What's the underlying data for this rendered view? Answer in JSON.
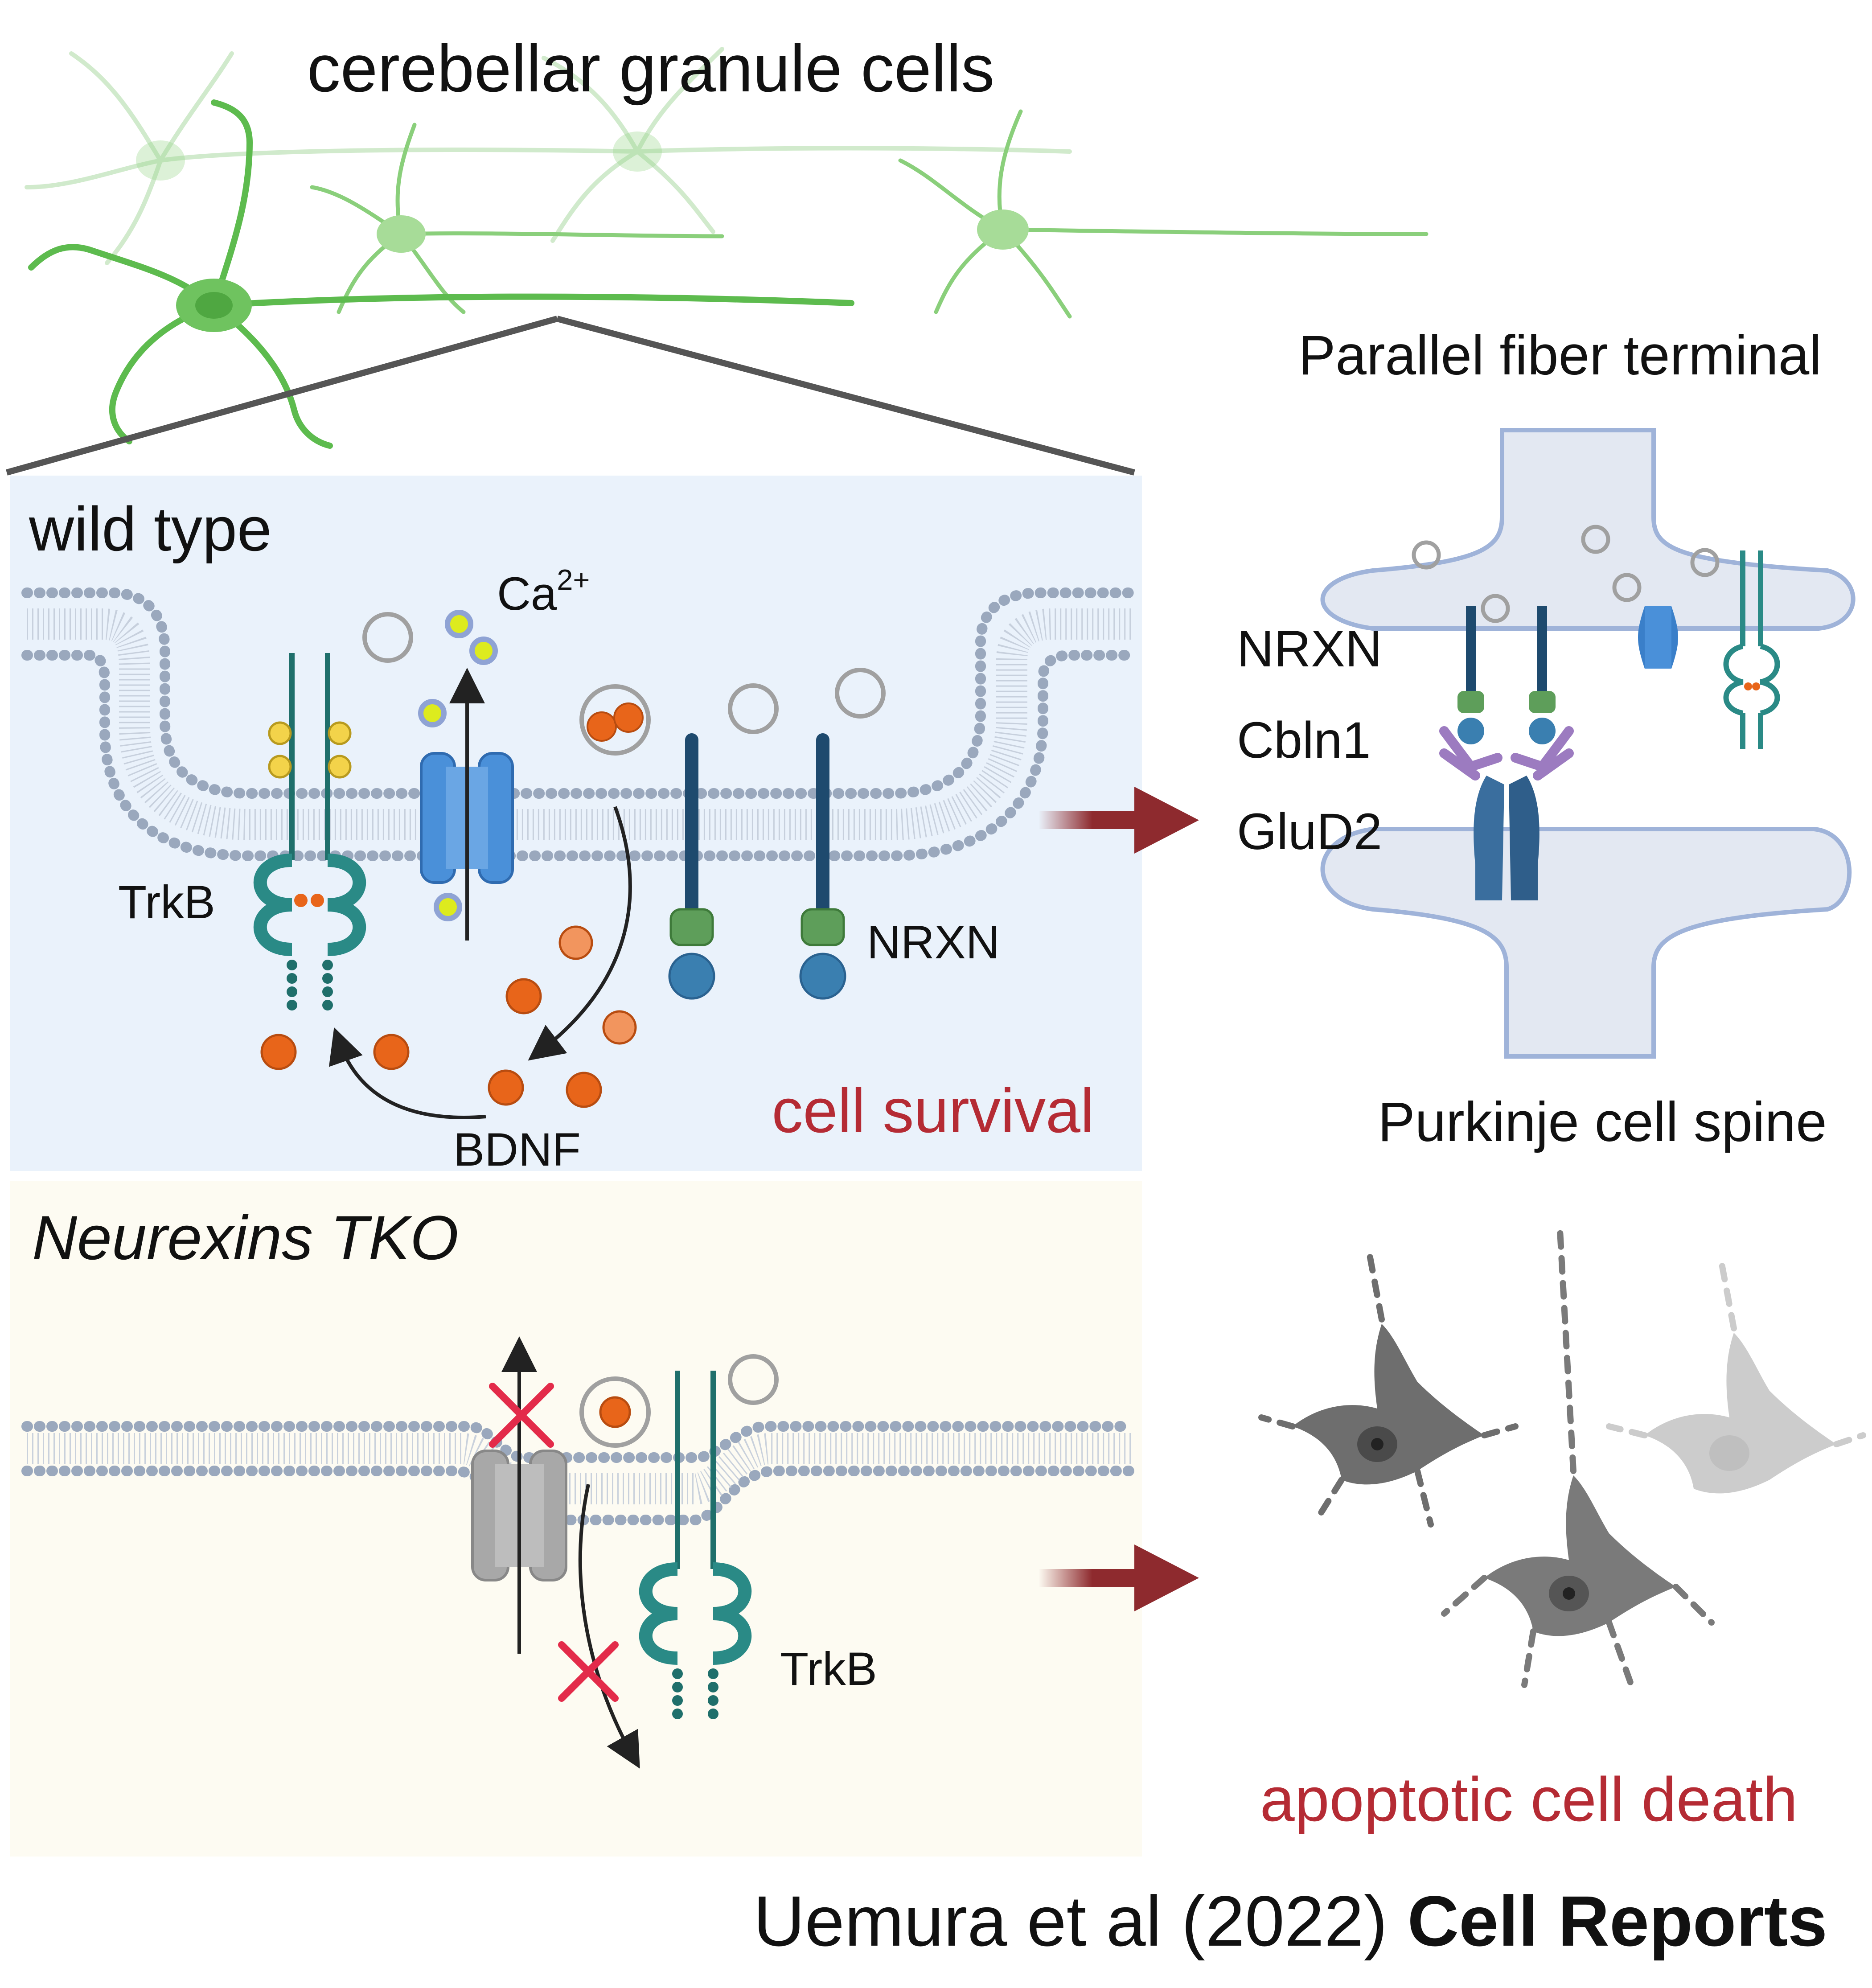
{
  "title": "cerebellar granule cells",
  "wild_type": {
    "heading": "wild type",
    "labels": {
      "ca": "Ca",
      "ca_sup": "2+",
      "trkb": "TrkB",
      "nrxn": "NRXN",
      "bdnf": "BDNF",
      "outcome": "cell survival"
    }
  },
  "synapse": {
    "top_label": "Parallel fiber terminal",
    "bottom_label": "Purkinje cell spine",
    "molecules": [
      "NRXN",
      "Cbln1",
      "GluD2"
    ]
  },
  "tko": {
    "heading": "Neurexins TKO",
    "trkb": "TrkB",
    "outcome": "apoptotic cell death"
  },
  "citation": {
    "authors": "Uemura et al (2022) ",
    "journal": "Cell Reports"
  },
  "colors": {
    "wt_panel": "#EAF2FB",
    "tko_panel": "#FDFBF2",
    "outcome_red": "#B52B34",
    "arrow_red": "#8E2A2E",
    "granule_green": "#5DBB4E",
    "membrane_blue": "#9AA8BD",
    "trkb_teal": "#2A8A86",
    "nrxn_navy": "#1E4A6E",
    "channel_blue": "#4A90D9",
    "bdnf_orange": "#E8651A"
  }
}
